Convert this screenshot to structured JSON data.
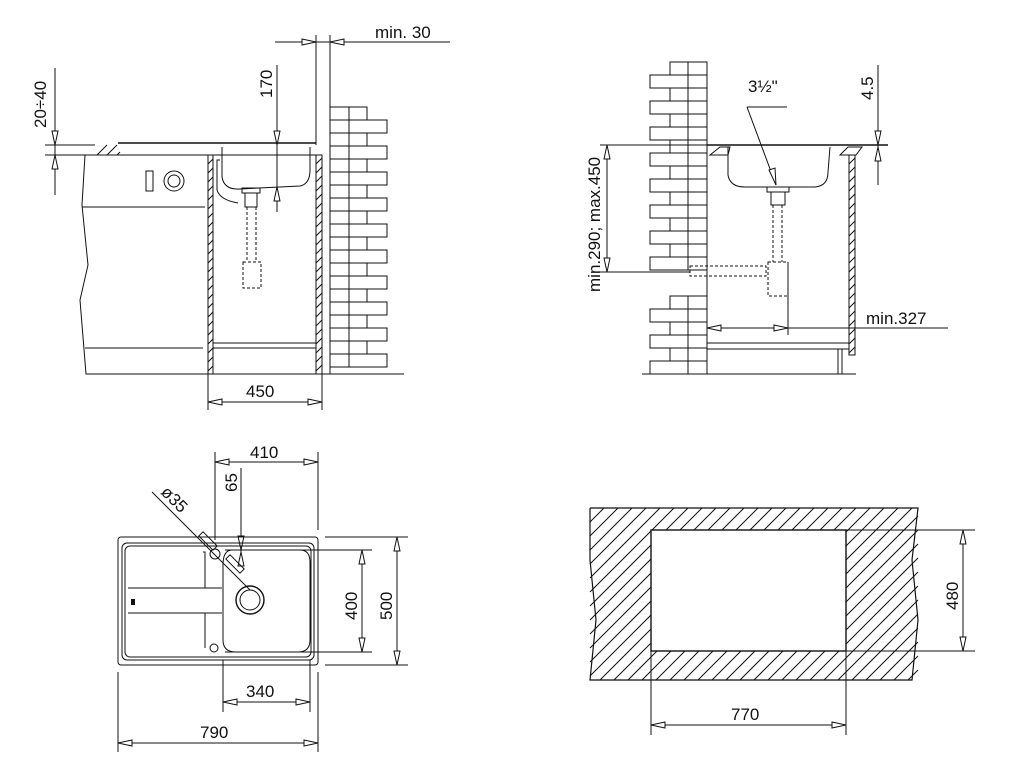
{
  "drawing": {
    "side_view_left": {
      "dim_wall_gap": "min. 30",
      "dim_countertop": "20÷40",
      "dim_depth_bowl": "170",
      "dim_cabinet_width": "450"
    },
    "side_view_right": {
      "dim_drain_size": "3½\"",
      "dim_rim": "4.5",
      "dim_drain_height": "min.290;  max.450",
      "dim_trap_offset": "min.327"
    },
    "top_view": {
      "dim_bowl_offset": "410",
      "dim_tap_hole_offset": "65",
      "dim_tap_hole_diameter": "ø35",
      "dim_bowl_depth": "400",
      "dim_sink_depth": "500",
      "dim_bowl_width": "340",
      "dim_sink_width": "790"
    },
    "cutout_view": {
      "dim_cutout_height": "480",
      "dim_cutout_width": "770"
    }
  }
}
